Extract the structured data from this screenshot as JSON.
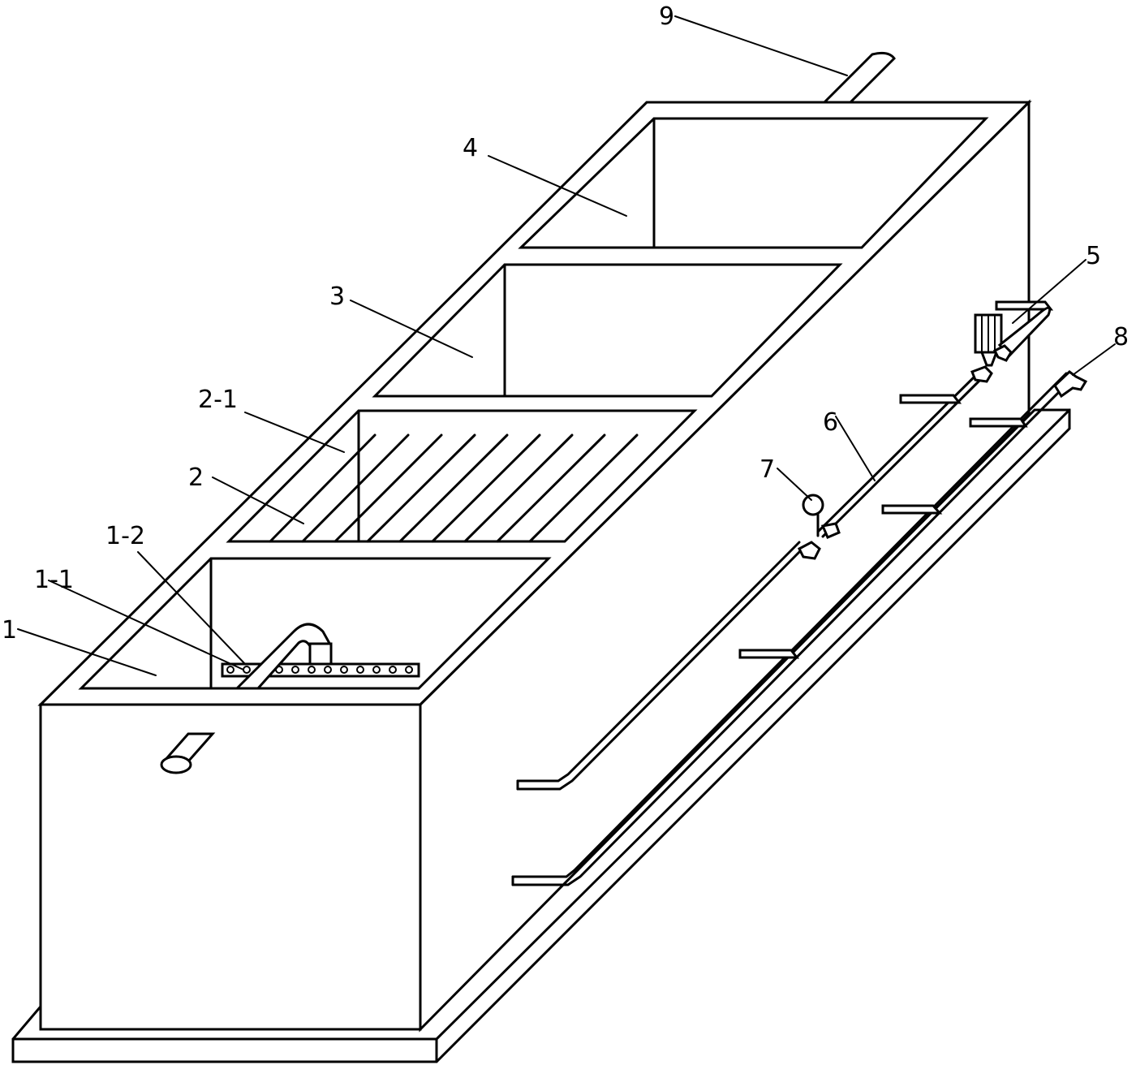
{
  "figure": {
    "labels": {
      "tank_1": "1",
      "part_1_1": "1-1",
      "part_1_2": "1-2",
      "tank_2": "2",
      "part_2_1": "2-1",
      "tank_3": "3",
      "tank_4": "4",
      "part_5": "5",
      "part_6": "6",
      "part_7": "7",
      "part_8": "8",
      "part_9": "9"
    }
  }
}
